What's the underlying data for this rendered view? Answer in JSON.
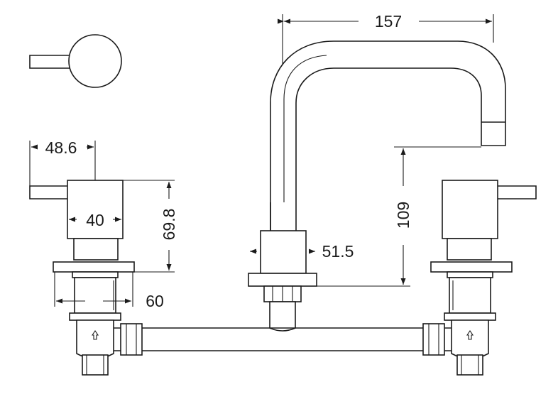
{
  "diagram": {
    "stroke_color": "#1a1a1a",
    "background": "#ffffff",
    "dimensions": {
      "spout_reach": "157",
      "spout_height": "109",
      "handle_reach": "48.6",
      "handle_diameter": "40",
      "handle_height": "69.8",
      "flange_width": "60",
      "spout_base_width": "51.5"
    }
  }
}
